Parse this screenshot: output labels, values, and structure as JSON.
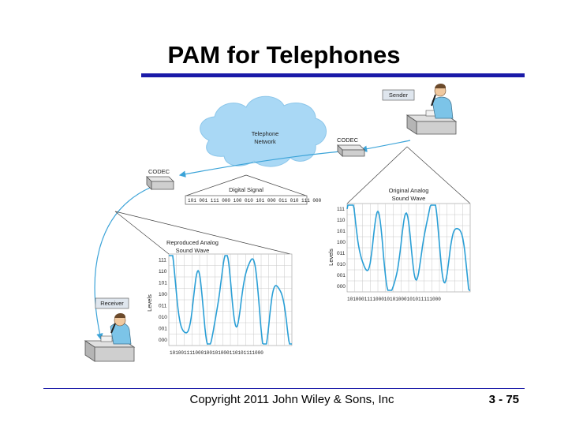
{
  "slide": {
    "title": "PAM for Telephones",
    "footer": "Copyright 2011 John Wiley & Sons, Inc",
    "page_number": "3 - 75"
  },
  "diagram": {
    "sender_label": "Sender",
    "receiver_label": "Receiver",
    "codec_left_label": "CODEC",
    "codec_right_label": "CODEC",
    "network_label_line1": "Telephone",
    "network_label_line2": "Network",
    "digital_signal_title": "Digital Signal",
    "digital_signal_bits": "101 001  111 000  100 010 101 000 011  010 111 000",
    "original_title_line1": "Original Analog",
    "original_title_line2": "Sound Wave",
    "reproduced_title_line1": "Reproduced Analog",
    "reproduced_title_line2": "Sound Wave",
    "levels_axis_label": "Levels",
    "levels": [
      "111",
      "110",
      "101",
      "100",
      "011",
      "010",
      "001",
      "000"
    ],
    "original_bits": "101000111100010101000101011111000",
    "reproduced_bits": "101001111000100101000110101111000",
    "cloud_color": "#a9d8f5",
    "wave_color": "#2a9fd6",
    "arrow_color": "#3ba3d8"
  }
}
